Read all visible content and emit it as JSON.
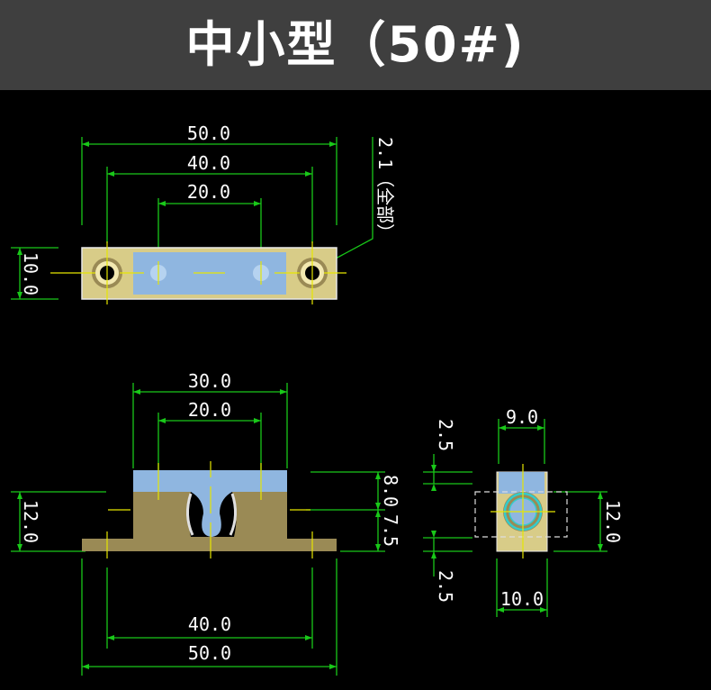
{
  "title": "中小型（50#)",
  "colors": {
    "header_bg": "#3f3f3f",
    "background": "#000000",
    "dimension_line": "#19c819",
    "center_line": "#e6e600",
    "body_tan": "#9a8a55",
    "body_pad": "#d8cc88",
    "slider_blue": "#8fb6e0",
    "circle_cyan": "#33cccc"
  },
  "top_view": {
    "dim_total_length": "50.0",
    "dim_hole_spacing": "40.0",
    "dim_inner_spacing": "20.0",
    "dim_height": "10.0",
    "dim_hole_note": "2.1（全部）"
  },
  "front_view": {
    "dim_slider_length": "30.0",
    "dim_slider_inner": "20.0",
    "dim_height": "12.0",
    "dim_right_top": "8.0",
    "dim_right_bottom": "7.5",
    "dim_hole_spacing": "40.0",
    "dim_total_length": "50.0"
  },
  "side_view": {
    "dim_top_width": "9.0",
    "dim_bottom_width": "10.0",
    "dim_left_top": "2.5",
    "dim_left_bottom": "2.5",
    "dim_right_height": "12.0"
  }
}
